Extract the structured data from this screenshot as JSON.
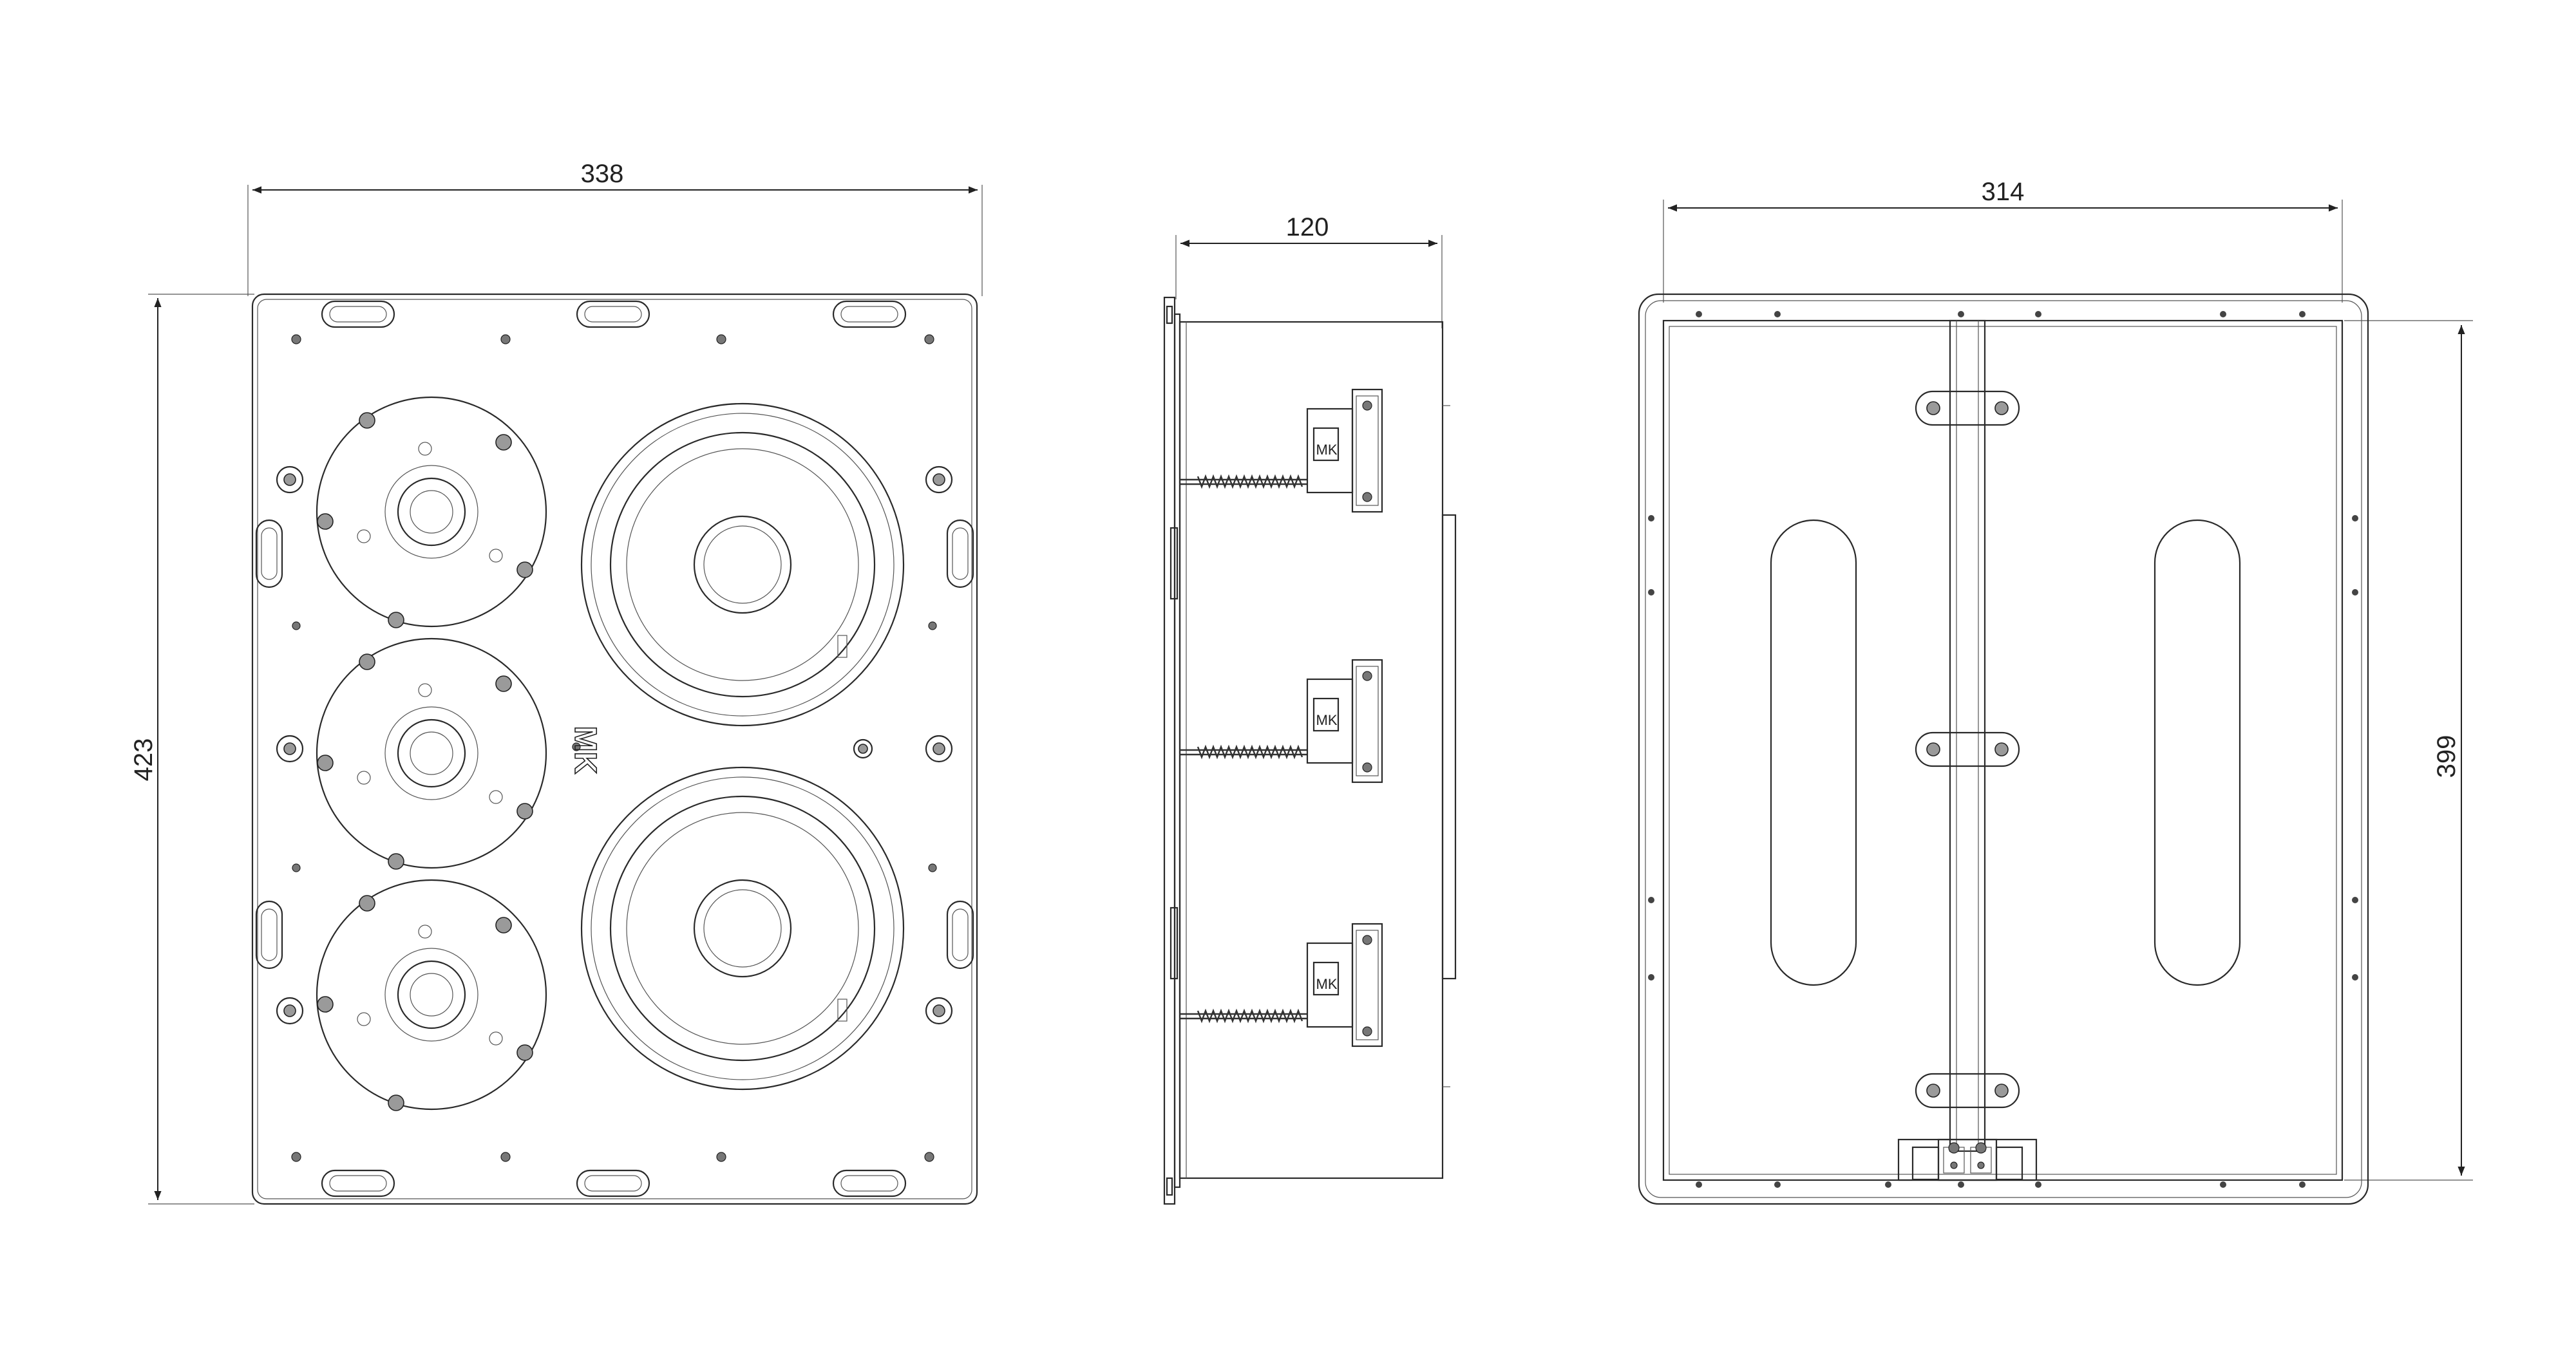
{
  "drawing": {
    "front_view": {
      "width": "338",
      "height": "423",
      "logo": "MK"
    },
    "side_view": {
      "depth": "120",
      "bracket_logo": "MK"
    },
    "back_view": {
      "width": "314",
      "height": "399"
    }
  }
}
